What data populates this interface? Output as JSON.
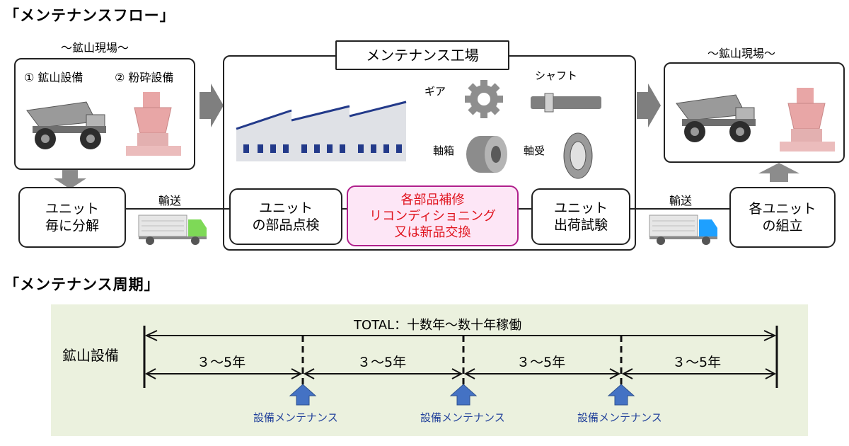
{
  "flow": {
    "title": "「メンテナンスフロー」",
    "site_left": "～鉱山現場～",
    "equip1": "① 鉱山設備",
    "equip2": "② 粉砕設備",
    "factory_title": "メンテナンス工場",
    "parts": {
      "gear": "ギア",
      "shaft": "シャフト",
      "bearing_box": "軸箱",
      "bearing": "軸受"
    },
    "step_disassemble": [
      "ユニット",
      "毎に分解"
    ],
    "transport_left": "輸送",
    "step_inspect": [
      "ユニット",
      "の部品点検"
    ],
    "step_repair": [
      "各部品補修",
      "リコンディショニング",
      "又は新品交換"
    ],
    "step_test": [
      "ユニット",
      "出荷試験"
    ],
    "transport_right": "輸送",
    "step_assemble": [
      "各ユニット",
      "の組立"
    ],
    "site_right": "～鉱山現場～"
  },
  "cycle": {
    "title": "「メンテナンス周期」",
    "row_label": "鉱山設備",
    "total": "TOTAL：十数年～数十年稼働",
    "segments": [
      "３～5年",
      "３～5年",
      "３～5年",
      "３～5年"
    ],
    "maintenance": [
      "設備メンテナンス",
      "設備メンテナンス",
      "設備メンテナンス"
    ]
  },
  "colors": {
    "repair_bg": "#fde6f6",
    "repair_border": "#b0208c",
    "repair_text": "#e0141e",
    "cycle_bg": "#ebf1de",
    "up_arrow": "#4472c4",
    "maint_text": "#1f3f9a",
    "truck_cab_left": "#7ed957",
    "truck_cab_right": "#1ea0ff",
    "factory_roof": "#233a8a",
    "crusher": "#e8a6a6"
  }
}
